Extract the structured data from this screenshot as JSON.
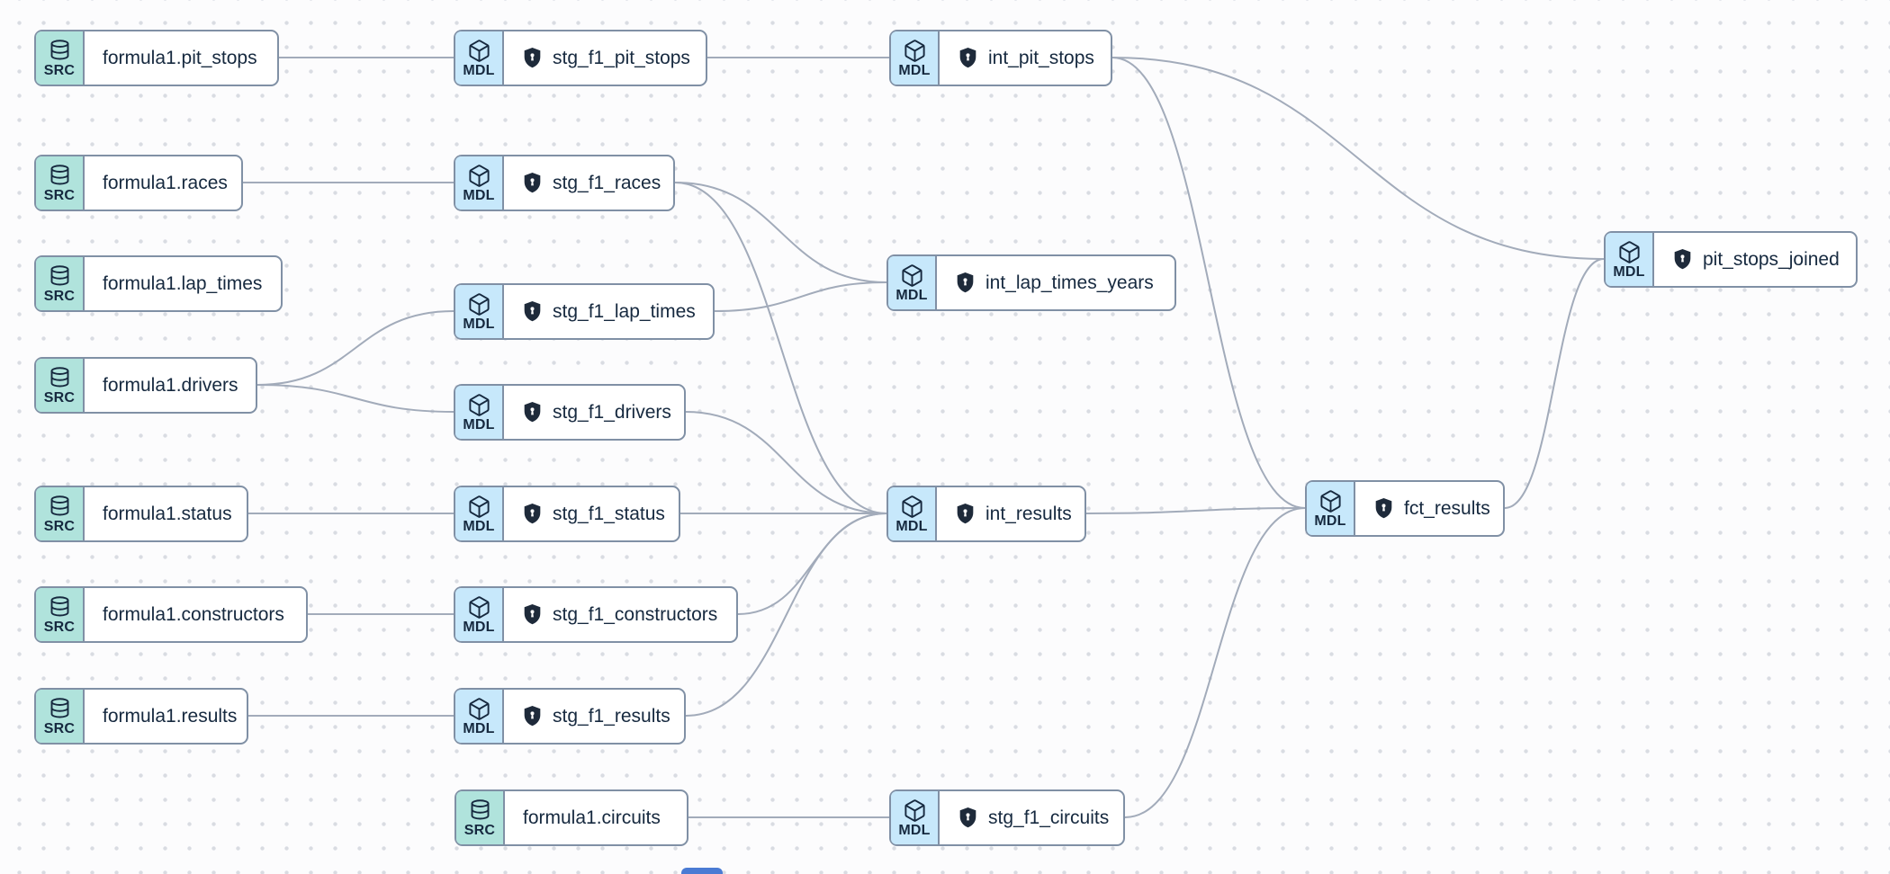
{
  "graph": {
    "badge_src": "SRC",
    "badge_mdl": "MDL",
    "colors": {
      "source_badge_bg": "#b0e3dc",
      "model_badge_bg": "#c7e8fb",
      "node_border": "#8090a5",
      "edge": "#a2abba",
      "text": "#16293f",
      "shield_fill": "#1e2a3a",
      "background_dot": "#d9dce2",
      "partial_node_blue": "#4a7bd4"
    },
    "nodes": [
      {
        "id": "formula1.pit_stops",
        "kind": "source",
        "badge": "SRC",
        "label": "formula1.pit_stops"
      },
      {
        "id": "stg_f1_pit_stops",
        "kind": "model",
        "badge": "MDL",
        "label": "stg_f1_pit_stops"
      },
      {
        "id": "int_pit_stops",
        "kind": "model",
        "badge": "MDL",
        "label": "int_pit_stops"
      },
      {
        "id": "formula1.races",
        "kind": "source",
        "badge": "SRC",
        "label": "formula1.races"
      },
      {
        "id": "stg_f1_races",
        "kind": "model",
        "badge": "MDL",
        "label": "stg_f1_races"
      },
      {
        "id": "formula1.lap_times",
        "kind": "source",
        "badge": "SRC",
        "label": "formula1.lap_times"
      },
      {
        "id": "stg_f1_lap_times",
        "kind": "model",
        "badge": "MDL",
        "label": "stg_f1_lap_times"
      },
      {
        "id": "int_lap_times_years",
        "kind": "model",
        "badge": "MDL",
        "label": "int_lap_times_years"
      },
      {
        "id": "formula1.drivers",
        "kind": "source",
        "badge": "SRC",
        "label": "formula1.drivers"
      },
      {
        "id": "stg_f1_drivers",
        "kind": "model",
        "badge": "MDL",
        "label": "stg_f1_drivers"
      },
      {
        "id": "formula1.status",
        "kind": "source",
        "badge": "SRC",
        "label": "formula1.status"
      },
      {
        "id": "stg_f1_status",
        "kind": "model",
        "badge": "MDL",
        "label": "stg_f1_status"
      },
      {
        "id": "int_results",
        "kind": "model",
        "badge": "MDL",
        "label": "int_results"
      },
      {
        "id": "formula1.constructors",
        "kind": "source",
        "badge": "SRC",
        "label": "formula1.constructors"
      },
      {
        "id": "stg_f1_constructors",
        "kind": "model",
        "badge": "MDL",
        "label": "stg_f1_constructors"
      },
      {
        "id": "formula1.results",
        "kind": "source",
        "badge": "SRC",
        "label": "formula1.results"
      },
      {
        "id": "stg_f1_results",
        "kind": "model",
        "badge": "MDL",
        "label": "stg_f1_results"
      },
      {
        "id": "formula1.circuits",
        "kind": "source",
        "badge": "SRC",
        "label": "formula1.circuits"
      },
      {
        "id": "stg_f1_circuits",
        "kind": "model",
        "badge": "MDL",
        "label": "stg_f1_circuits"
      },
      {
        "id": "fct_results",
        "kind": "model",
        "badge": "MDL",
        "label": "fct_results"
      },
      {
        "id": "pit_stops_joined",
        "kind": "model",
        "badge": "MDL",
        "label": "pit_stops_joined"
      }
    ],
    "edges": [
      {
        "from": "formula1.pit_stops",
        "to": "stg_f1_pit_stops"
      },
      {
        "from": "stg_f1_pit_stops",
        "to": "int_pit_stops"
      },
      {
        "from": "formula1.races",
        "to": "stg_f1_races"
      },
      {
        "from": "formula1.drivers",
        "to": "stg_f1_lap_times"
      },
      {
        "from": "formula1.drivers",
        "to": "stg_f1_drivers"
      },
      {
        "from": "formula1.status",
        "to": "stg_f1_status"
      },
      {
        "from": "formula1.constructors",
        "to": "stg_f1_constructors"
      },
      {
        "from": "formula1.results",
        "to": "stg_f1_results"
      },
      {
        "from": "formula1.circuits",
        "to": "stg_f1_circuits"
      },
      {
        "from": "stg_f1_races",
        "to": "int_lap_times_years"
      },
      {
        "from": "stg_f1_races",
        "to": "int_results"
      },
      {
        "from": "stg_f1_lap_times",
        "to": "int_lap_times_years"
      },
      {
        "from": "stg_f1_drivers",
        "to": "int_results"
      },
      {
        "from": "stg_f1_status",
        "to": "int_results"
      },
      {
        "from": "stg_f1_constructors",
        "to": "int_results"
      },
      {
        "from": "stg_f1_results",
        "to": "int_results"
      },
      {
        "from": "stg_f1_circuits",
        "to": "fct_results"
      },
      {
        "from": "int_pit_stops",
        "to": "pit_stops_joined"
      },
      {
        "from": "int_pit_stops",
        "to": "fct_results"
      },
      {
        "from": "int_results",
        "to": "fct_results"
      },
      {
        "from": "fct_results",
        "to": "pit_stops_joined"
      }
    ]
  }
}
